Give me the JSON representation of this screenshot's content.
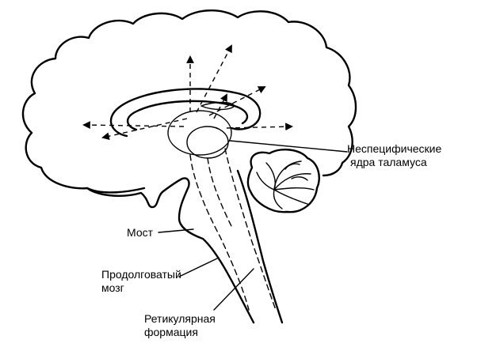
{
  "labels": {
    "thalamus_line1": "Неспецифические",
    "thalamus_line2": "ядра таламуса",
    "pons": "Мост",
    "medulla_line1": "Продолговатый",
    "medulla_line2": "мозг",
    "reticular_line1": "Ретикулярная",
    "reticular_line2": "формация"
  }
}
